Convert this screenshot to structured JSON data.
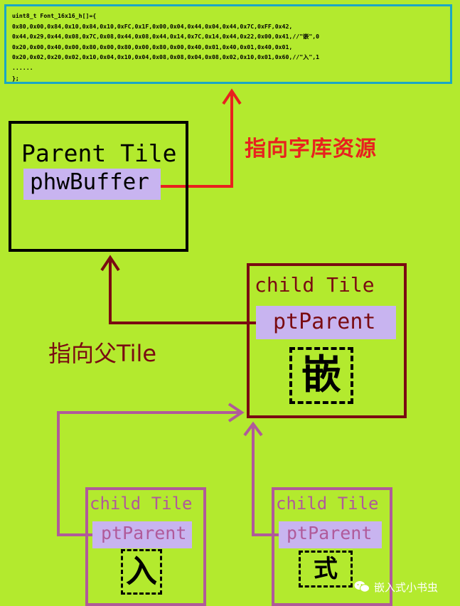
{
  "code": {
    "lines": [
      "uint8_t Font_16x16_h[]={",
      "0x80,0x00,0x84,0x10,0x84,0x10,0xFC,0x1F,0x00,0x04,0x44,0x04,0x44,0x7C,0xFF,0x42,",
      "0x44,0x29,0x44,0x08,0x7C,0x08,0x44,0x08,0x44,0x14,0x7C,0x14,0x44,0x22,0x00,0x41,//\"嵌\",0",
      "0x20,0x00,0x40,0x00,0x80,0x00,0x80,0x00,0x80,0x00,0x40,0x01,0x40,0x01,0x40,0x01,",
      "0x20,0x02,0x20,0x02,0x10,0x04,0x10,0x04,0x08,0x08,0x04,0x08,0x02,0x10,0x01,0x60,//\"入\",1",
      "......",
      "};"
    ]
  },
  "parent_tile": {
    "title": "Parent Tile",
    "field": "phwBuffer"
  },
  "font_label": "指向字库资源",
  "child_main": {
    "title": "child Tile",
    "field": "ptParent",
    "glyph": "嵌"
  },
  "parent_label": "指向父Tile",
  "child_a": {
    "title": "child Tile",
    "field": "ptParent",
    "glyph": "入"
  },
  "child_b": {
    "title": "child Tile",
    "field": "ptParent",
    "glyph": "式"
  },
  "watermark": "嵌入式小书虫",
  "colors": {
    "background": "#b3ea2e",
    "code_border": "#1aa7c4",
    "font_arrow": "#e8211e",
    "parent_arrow": "#7a0b12",
    "child_arrow": "#b05a9a",
    "field_bg": "#c8b4f0"
  }
}
